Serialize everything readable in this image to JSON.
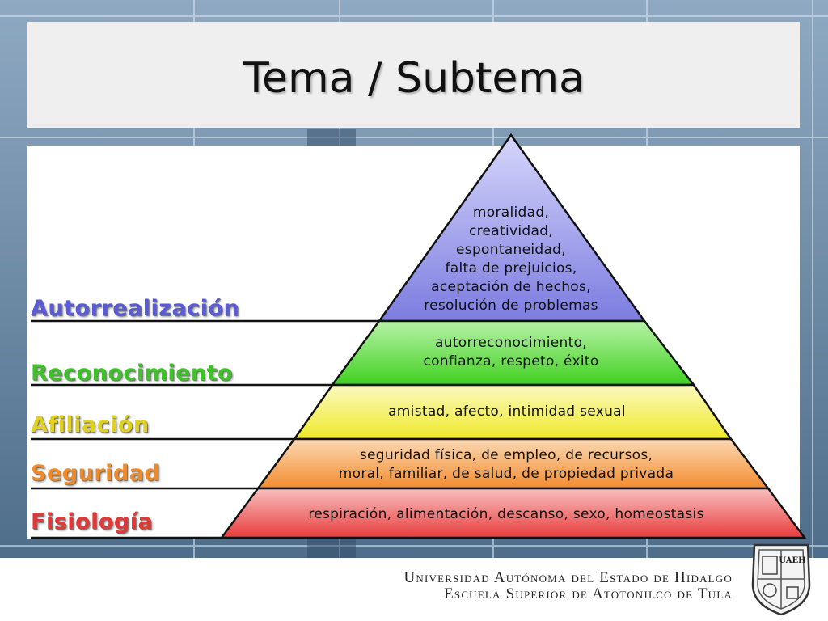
{
  "slide": {
    "title": "Tema / Subtema"
  },
  "pyramid": {
    "levels": [
      {
        "label": "Autorrealización",
        "label_color": "#5b5bd6",
        "fill_color": "#8a8ae8",
        "text": [
          "moralidad,",
          "creatividad,",
          "espontaneidad,",
          "falta de prejuicios,",
          "aceptación de hechos,",
          "resolución de problemas"
        ]
      },
      {
        "label": "Reconocimiento",
        "label_color": "#3fc12a",
        "fill_color": "#56d63c",
        "text": [
          "autorreconocimiento,",
          "confianza, respeto, éxito"
        ]
      },
      {
        "label": "Afiliación",
        "label_color": "#e0d020",
        "fill_color": "#f2ef3a",
        "text": [
          "amistad, afecto, intimidad sexual"
        ]
      },
      {
        "label": "Seguridad",
        "label_color": "#ee8a2a",
        "fill_color": "#f6a24a",
        "text": [
          "seguridad física, de empleo, de recursos,",
          "moral, familiar, de salud, de propiedad privada"
        ]
      },
      {
        "label": "Fisiología",
        "label_color": "#e23838",
        "fill_color": "#ec5454",
        "text": [
          "respiración, alimentación, descanso, sexo, homeostasis"
        ]
      }
    ]
  },
  "footer": {
    "line1": "Universidad Autónoma del Estado de Hidalgo",
    "line2": "Escuela Superior de Atotonilco de Tula",
    "seal_text": "UAEH"
  }
}
